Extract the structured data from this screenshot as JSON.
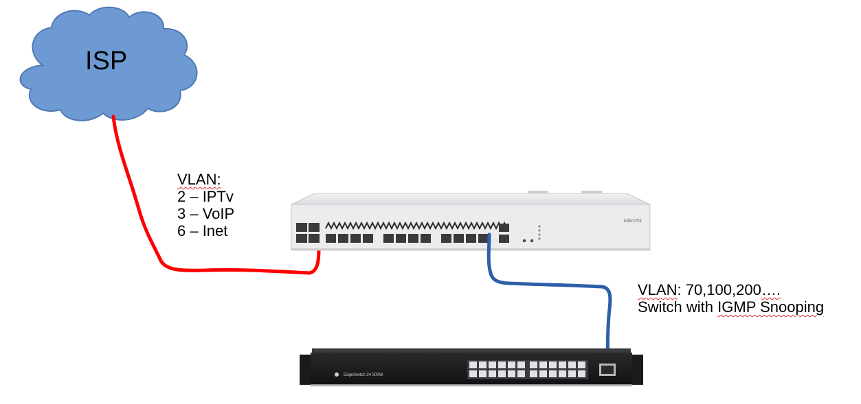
{
  "cloud": {
    "label": "ISP",
    "color": "#6e9ad3"
  },
  "router_labels": {
    "heading": "VLAN:",
    "items": [
      "2 – IPTv",
      "3 – VoIP",
      "6 – Inet"
    ]
  },
  "switch_labels": {
    "line1_prefix": "VLAN",
    "line1_suffix": ": 70,100,200",
    "line1_dots": "….",
    "line2_prefix": "Switch with ",
    "line2_underlined": "IGMP Snooping"
  },
  "router": {
    "brand": "MikroTik"
  },
  "switch": {
    "brand": "EdgeSwitch 24 500W"
  },
  "colors": {
    "wan_cable": "#ff0000",
    "lan_cable": "#2e5fa8",
    "router_body": "#e8e8ea",
    "switch_body": "#1c1c1e"
  }
}
